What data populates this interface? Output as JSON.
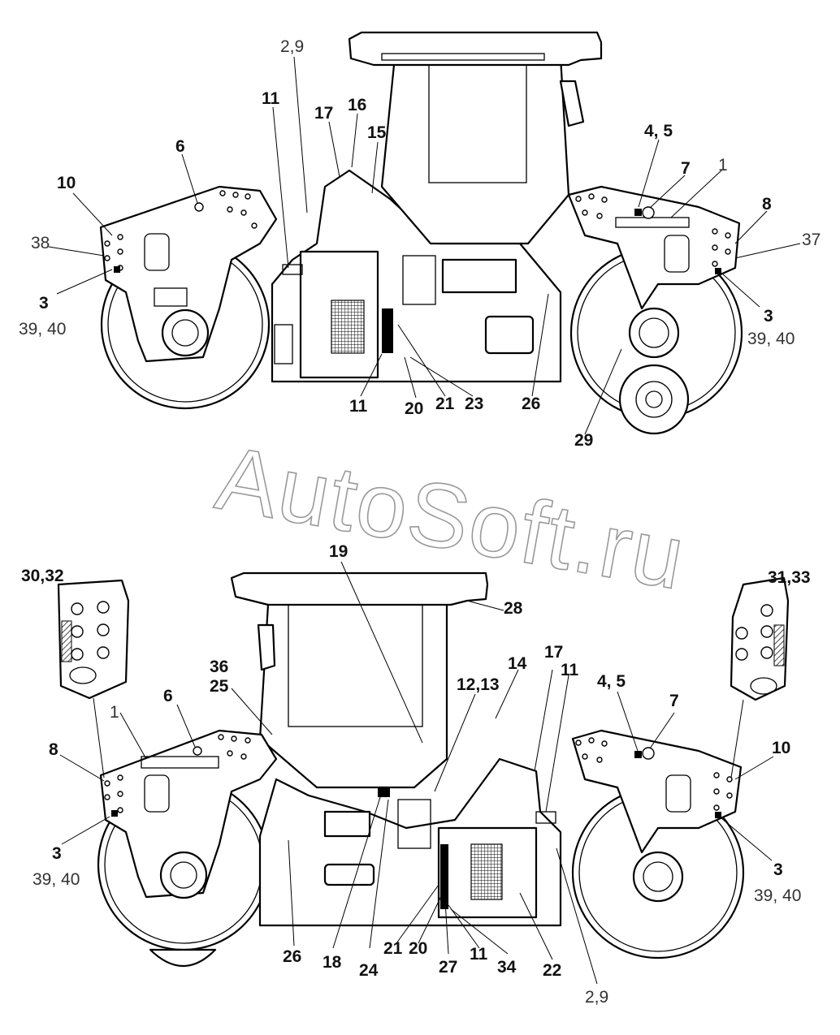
{
  "watermark": "AutoSoft.ru",
  "top_view": {
    "callouts": [
      {
        "text": "2,9",
        "weight": "light"
      },
      {
        "text": "11",
        "weight": "bold"
      },
      {
        "text": "17",
        "weight": "bold"
      },
      {
        "text": "16",
        "weight": "bold"
      },
      {
        "text": "15",
        "weight": "bold"
      },
      {
        "text": "6",
        "weight": "bold"
      },
      {
        "text": "10",
        "weight": "bold"
      },
      {
        "text": "38",
        "weight": "light"
      },
      {
        "text": "3",
        "weight": "bold"
      },
      {
        "text": "39, 40",
        "weight": "light"
      },
      {
        "text": "4, 5",
        "weight": "bold"
      },
      {
        "text": "7",
        "weight": "bold"
      },
      {
        "text": "1",
        "weight": "light"
      },
      {
        "text": "8",
        "weight": "bold"
      },
      {
        "text": "37",
        "weight": "light"
      },
      {
        "text": "3",
        "weight": "bold"
      },
      {
        "text": "39, 40",
        "weight": "light"
      },
      {
        "text": "11",
        "weight": "bold"
      },
      {
        "text": "20",
        "weight": "bold"
      },
      {
        "text": "21",
        "weight": "bold"
      },
      {
        "text": "23",
        "weight": "bold"
      },
      {
        "text": "26",
        "weight": "bold"
      },
      {
        "text": "29",
        "weight": "bold"
      }
    ]
  },
  "bottom_view": {
    "callouts": [
      {
        "text": "30,32",
        "weight": "bold"
      },
      {
        "text": "19",
        "weight": "bold"
      },
      {
        "text": "28",
        "weight": "bold"
      },
      {
        "text": "31,33",
        "weight": "bold"
      },
      {
        "text": "36",
        "weight": "bold"
      },
      {
        "text": "25",
        "weight": "bold"
      },
      {
        "text": "12,13",
        "weight": "bold"
      },
      {
        "text": "14",
        "weight": "bold"
      },
      {
        "text": "17",
        "weight": "bold"
      },
      {
        "text": "11",
        "weight": "bold"
      },
      {
        "text": "4, 5",
        "weight": "bold"
      },
      {
        "text": "7",
        "weight": "bold"
      },
      {
        "text": "6",
        "weight": "bold"
      },
      {
        "text": "1",
        "weight": "light"
      },
      {
        "text": "8",
        "weight": "bold"
      },
      {
        "text": "10",
        "weight": "bold"
      },
      {
        "text": "3",
        "weight": "bold"
      },
      {
        "text": "39, 40",
        "weight": "light"
      },
      {
        "text": "3",
        "weight": "bold"
      },
      {
        "text": "39, 40",
        "weight": "light"
      },
      {
        "text": "26",
        "weight": "bold"
      },
      {
        "text": "18",
        "weight": "bold"
      },
      {
        "text": "24",
        "weight": "bold"
      },
      {
        "text": "21",
        "weight": "bold"
      },
      {
        "text": "20",
        "weight": "bold"
      },
      {
        "text": "27",
        "weight": "bold"
      },
      {
        "text": "11",
        "weight": "bold"
      },
      {
        "text": "34",
        "weight": "bold"
      },
      {
        "text": "22",
        "weight": "bold"
      },
      {
        "text": "2,9",
        "weight": "light"
      }
    ]
  }
}
